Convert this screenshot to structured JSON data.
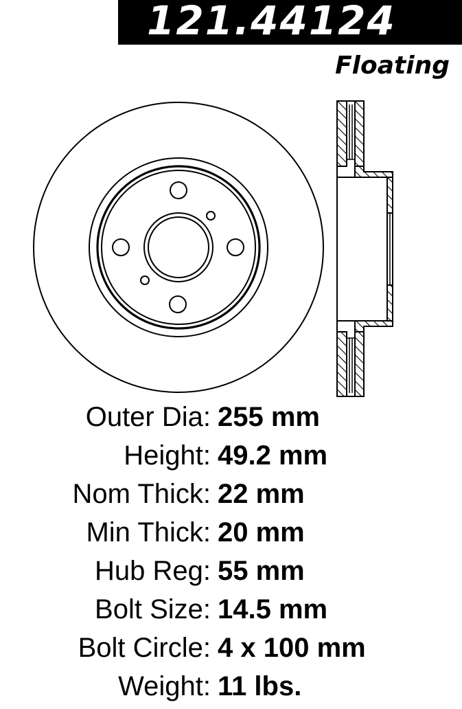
{
  "header": {
    "part_number": "121.44124",
    "type": "Floating"
  },
  "drawing": {
    "front_view": "brake-rotor-front-view",
    "side_view": "brake-rotor-cross-section",
    "line_color": "#000000",
    "background": "#ffffff"
  },
  "specs": [
    {
      "label": "Outer Dia:",
      "value": "255 mm"
    },
    {
      "label": "Height:",
      "value": "49.2 mm"
    },
    {
      "label": "Nom Thick:",
      "value": "22 mm"
    },
    {
      "label": "Min Thick:",
      "value": "20 mm"
    },
    {
      "label": "Hub Reg:",
      "value": "55 mm"
    },
    {
      "label": "Bolt Size:",
      "value": "14.5 mm"
    },
    {
      "label": "Bolt Circle:",
      "value": "4 x 100 mm"
    },
    {
      "label": "Weight:",
      "value": "11 lbs."
    }
  ]
}
